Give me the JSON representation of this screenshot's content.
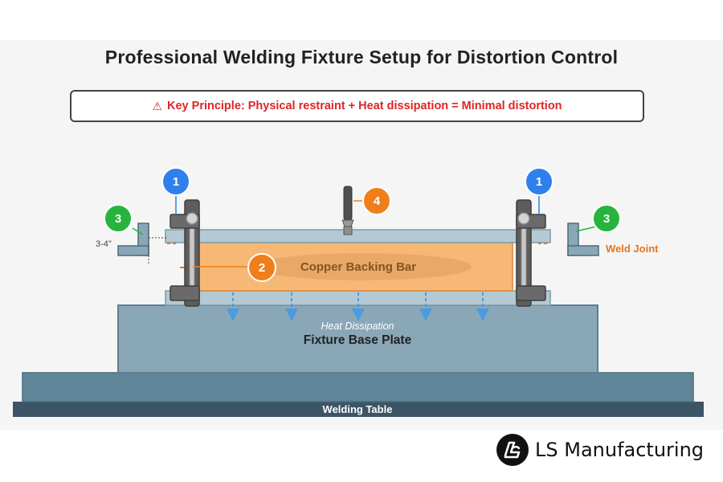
{
  "title": "Professional Welding Fixture Setup for Distortion Control",
  "principle": {
    "icon": "warning-icon",
    "text": "Key Principle: Physical restraint + Heat dissipation = Minimal distortion",
    "color": "#e02424"
  },
  "labels": {
    "copper_bar": "Copper Backing Bar",
    "heat_dissipation": "Heat Dissipation",
    "base_plate": "Fixture Base Plate",
    "welding_table": "Welding Table",
    "weld_joint": "Weld Joint",
    "gap": "3-4\""
  },
  "markers": {
    "clamp": "1",
    "backing_bar": "2",
    "stopper": "3",
    "torch": "4"
  },
  "colors": {
    "marker_blue": "#2f80ed",
    "marker_orange": "#f07f1b",
    "marker_green": "#27b43e",
    "copper": "#f4b36e",
    "weld_joint_text": "#e8731a",
    "heat_arrow": "#4a9be0"
  },
  "brand": {
    "name": "LS Manufacturing",
    "icon": "ls-logo-icon"
  }
}
